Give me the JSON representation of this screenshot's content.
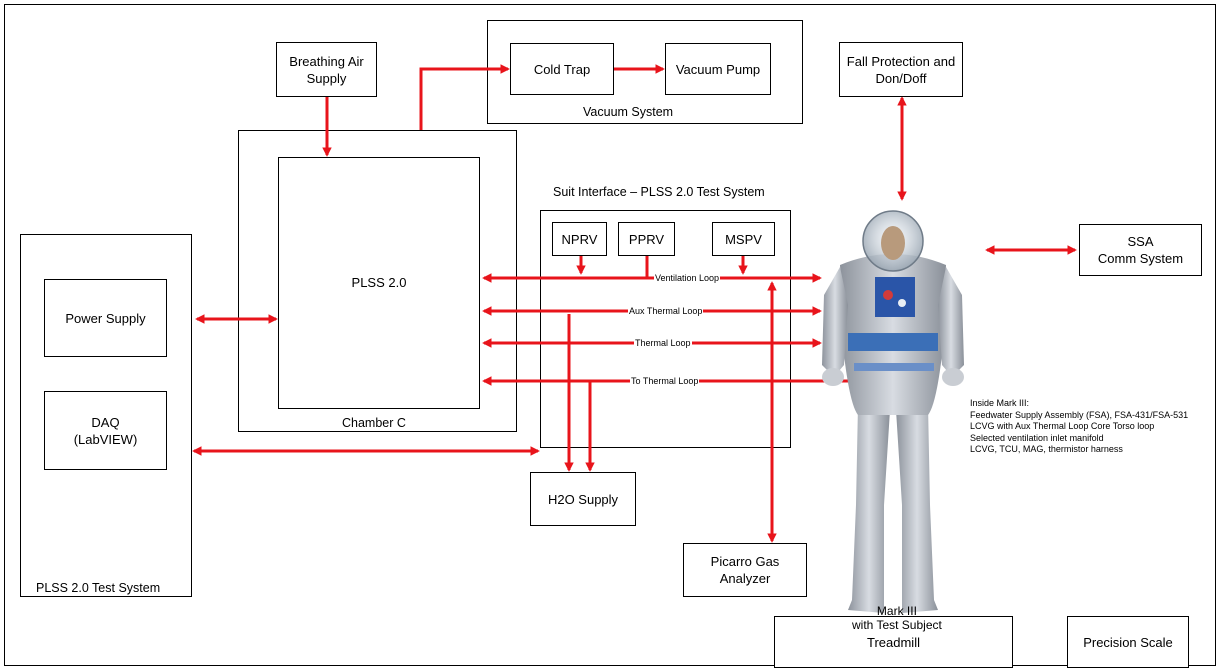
{
  "boxes": {
    "breathing_air": "Breathing Air\nSupply",
    "cold_trap": "Cold Trap",
    "vacuum_pump": "Vacuum Pump",
    "fall_protection": "Fall Protection and\nDon/Doff",
    "plss": "PLSS 2.0",
    "power_supply": "Power Supply",
    "daq": "DAQ\n(LabVIEW)",
    "nprv": "NPRV",
    "pprv": "PPRV",
    "mspv": "MSPV",
    "ssa_comm": "SSA\nComm System",
    "h2o_supply": "H2O Supply",
    "picarro": "Picarro Gas\nAnalyzer",
    "treadmill": "Treadmill",
    "precision_scale": "Precision Scale"
  },
  "containers": {
    "vacuum_system": "Vacuum System",
    "chamber_c": "Chamber C",
    "suit_interface": "Suit Interface – PLSS 2.0 Test System",
    "plss_test_system": "PLSS 2.0 Test System"
  },
  "loops": {
    "ventilation": "Ventilation Loop",
    "aux_thermal": "Aux Thermal Loop",
    "thermal": "Thermal Loop",
    "to_thermal": "To Thermal Loop"
  },
  "suit": {
    "label": "Mark III\nwith Test Subject",
    "inside_notes": "Inside Mark III:\nFeedwater Supply Assembly (FSA), FSA-431/FSA-531\nLCVG with Aux Thermal Loop Core Torso loop\nSelected ventilation inlet manifold\nLCVG, TCU, MAG, thermistor harness"
  },
  "colors": {
    "arrow": "#e8141b",
    "line": "#000000",
    "suit_body": "#b9bec6",
    "suit_band": "#3b6fb7"
  }
}
